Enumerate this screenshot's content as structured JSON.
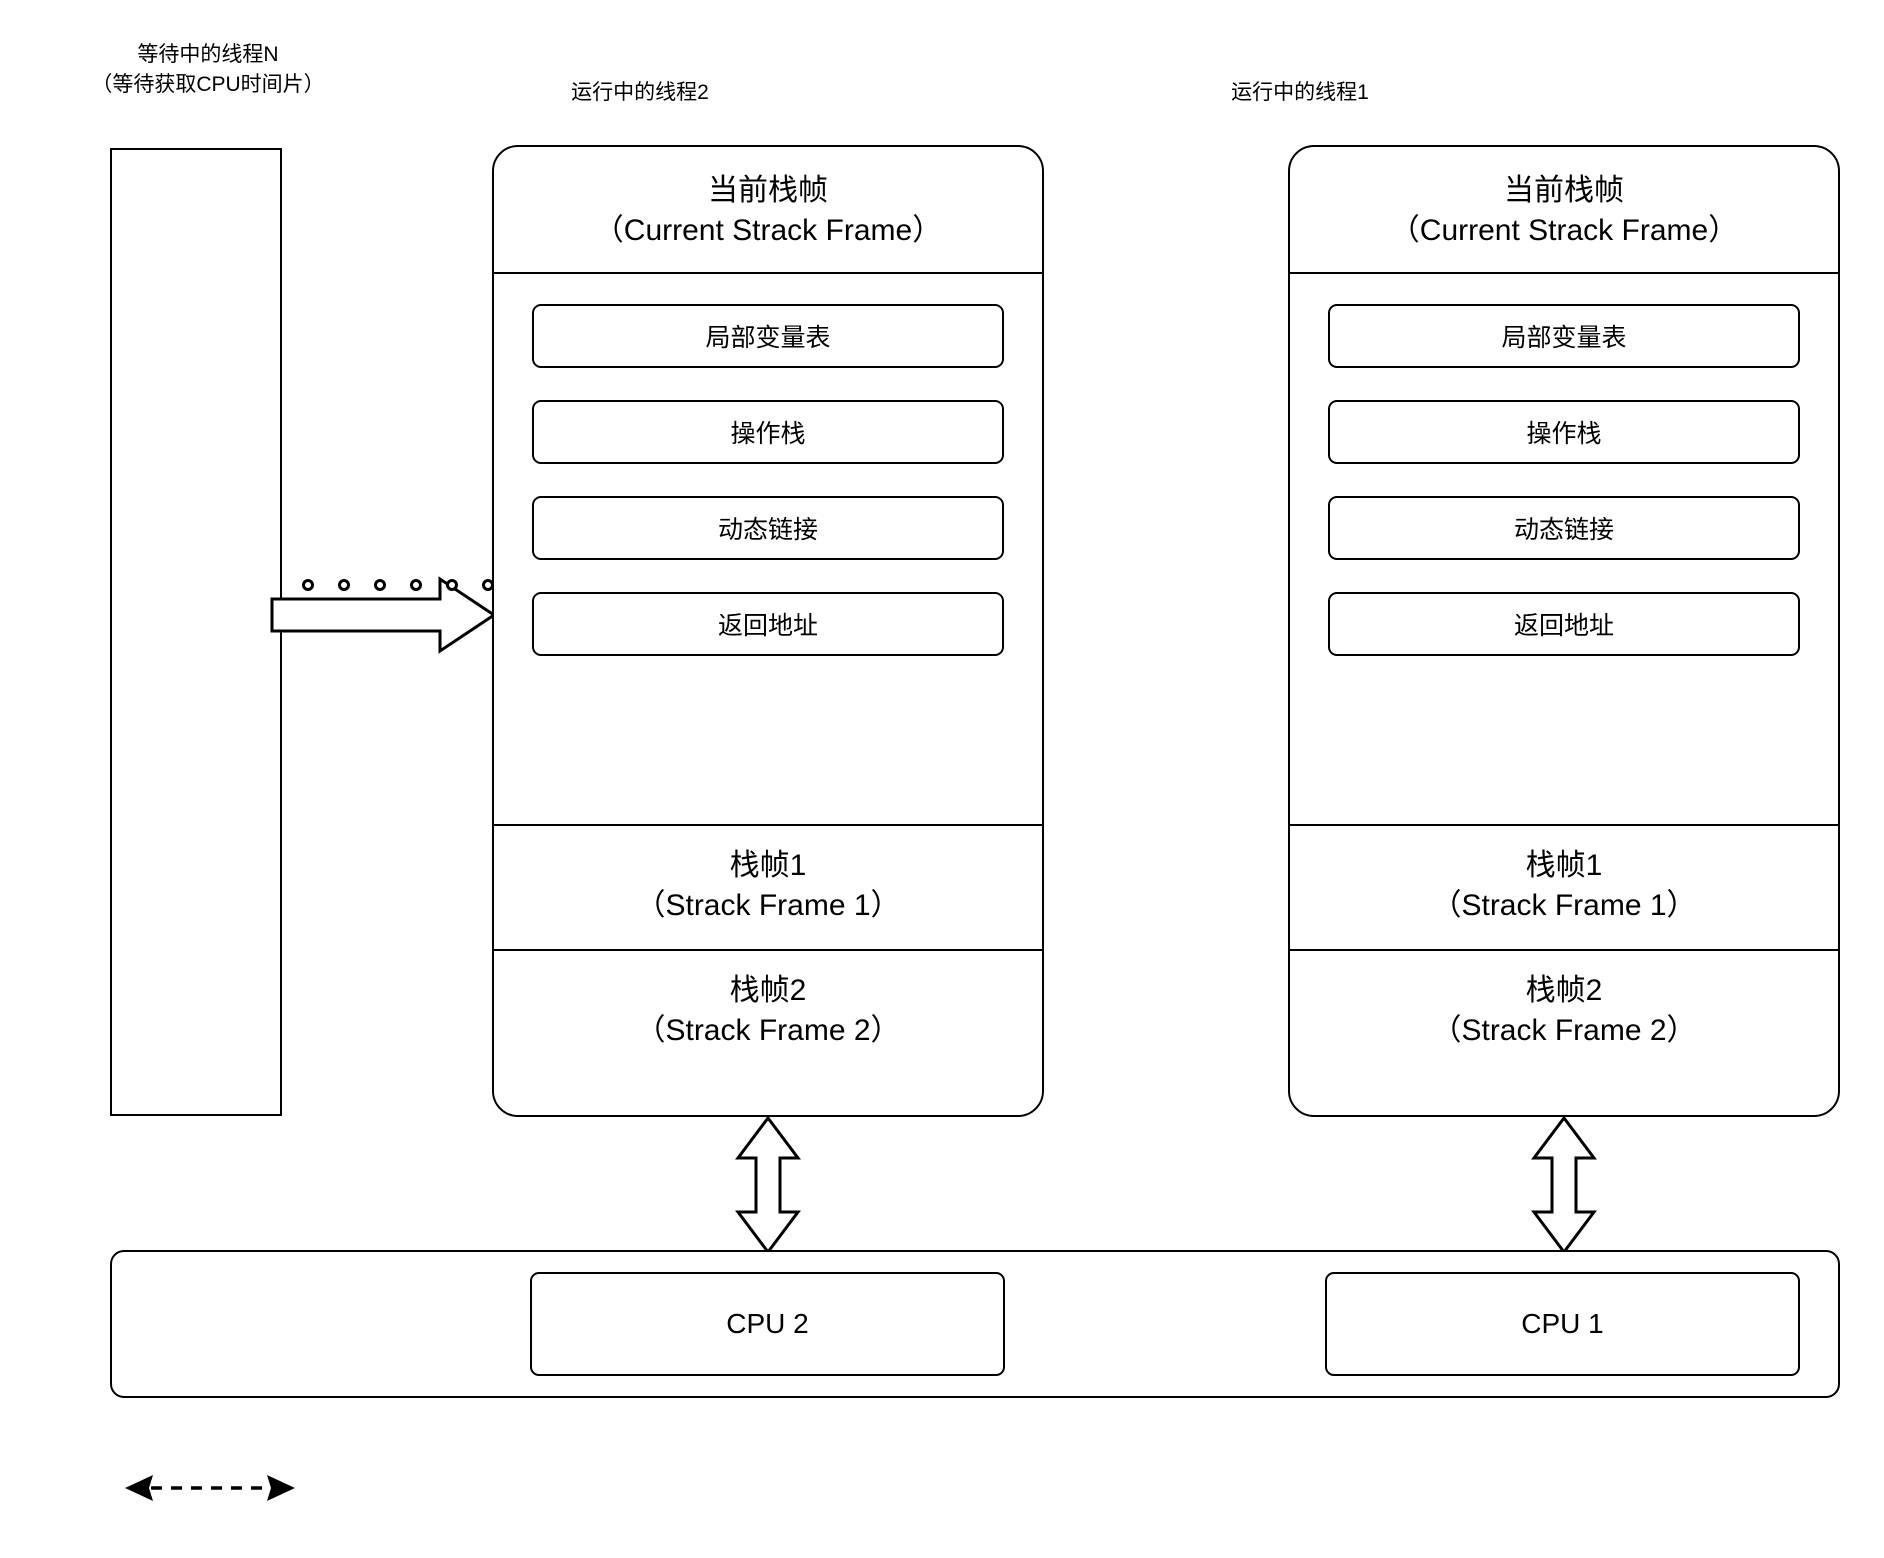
{
  "diagram": {
    "title_captions": {
      "waiting_thread": "等待中的线程N\n（等待获取CPU时间片）",
      "running_thread_2": "运行中的线程2",
      "running_thread_1": "运行中的线程1"
    },
    "stacks": [
      {
        "id": "thread-2",
        "caption": "运行中的线程2",
        "header_zh": "当前栈帧",
        "header_en": "（Current Strack Frame）",
        "slots": [
          "局部变量表",
          "操作栈",
          "动态链接",
          "返回地址"
        ],
        "frames": [
          {
            "zh": "栈帧1",
            "en": "（Strack Frame 1）"
          },
          {
            "zh": "栈帧2",
            "en": "（Strack Frame 2）"
          }
        ],
        "cpu_label": "CPU 2"
      },
      {
        "id": "thread-1",
        "caption": "运行中的线程1",
        "header_zh": "当前栈帧",
        "header_en": "（Current Strack Frame）",
        "slots": [
          "局部变量表",
          "操作栈",
          "动态链接",
          "返回地址"
        ],
        "frames": [
          {
            "zh": "栈帧1",
            "en": "（Strack Frame 1）"
          },
          {
            "zh": "栈帧2",
            "en": "（Strack Frame 2）"
          }
        ],
        "cpu_label": "CPU 1"
      }
    ],
    "connectors": {
      "wait_arrow_dots_count": 6,
      "wait_arrow_direction": "right",
      "cpu_arrow_direction": "both-vertical",
      "legend_arrow_style": "dashed-double-headed"
    },
    "colors": {
      "stroke": "#000000",
      "background": "#ffffff",
      "text": "#000000"
    }
  }
}
